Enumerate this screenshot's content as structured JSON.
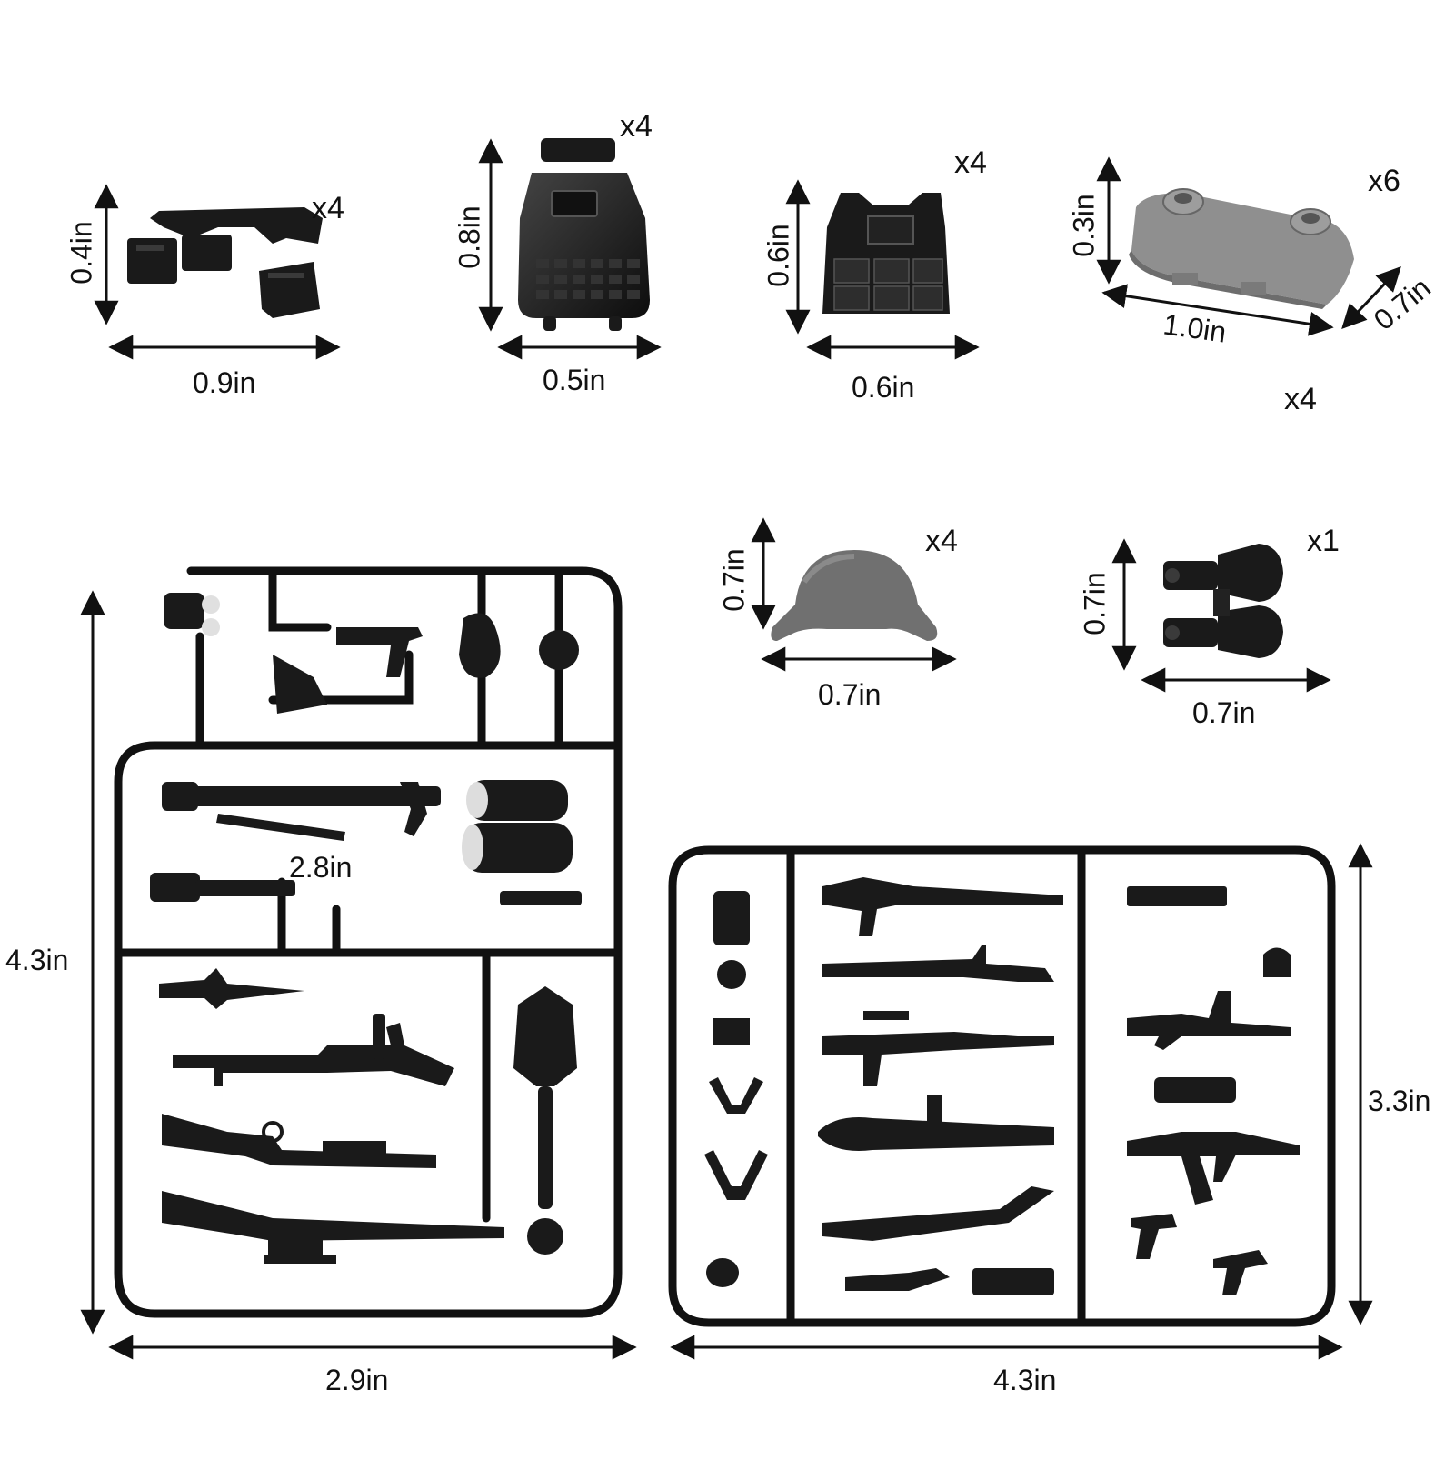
{
  "items": {
    "ammo_pouch": {
      "width": "0.9in",
      "height": "0.4in",
      "qty": "x4"
    },
    "backpack": {
      "width": "0.5in",
      "height": "0.8in",
      "qty": "x4"
    },
    "tactical_vest": {
      "width": "0.6in",
      "height": "0.6in",
      "qty": "x4"
    },
    "sandbag": {
      "width": "1.0in",
      "height": "0.3in",
      "depth": "0.7in",
      "qty": "x6",
      "qty_extra": "x4"
    },
    "helmet": {
      "width": "0.7in",
      "height": "0.7in",
      "qty": "x4"
    },
    "binoculars": {
      "width": "0.7in",
      "height": "0.7in",
      "qty": "x1"
    }
  },
  "sprues": {
    "left": {
      "width": "2.9in",
      "height": "4.3in",
      "inner_label": "2.8in"
    },
    "right": {
      "width": "4.3in",
      "height": "3.3in"
    }
  },
  "colors": {
    "part_black": "#1a1a1a",
    "part_gray": "#8a8a8a",
    "dim_line": "#111111"
  }
}
